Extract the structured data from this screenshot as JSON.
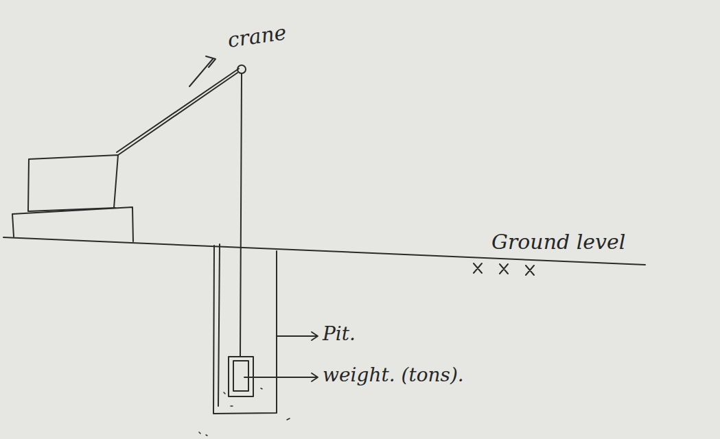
{
  "diagram": {
    "labels": [
      "crane",
      "Ground level",
      "Pit.",
      "weight. (tons)."
    ]
  }
}
